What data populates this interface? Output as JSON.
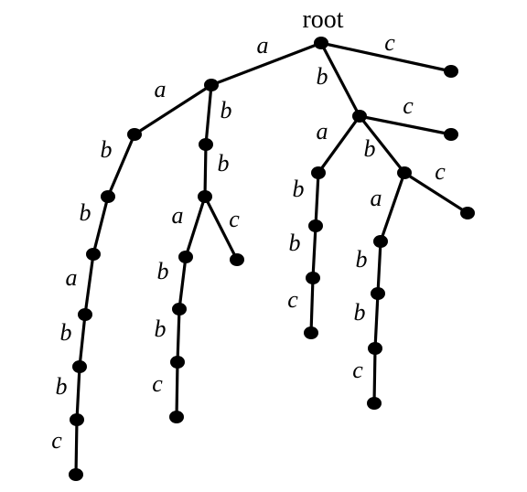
{
  "root_label": "root",
  "colors": {
    "stroke": "#000000",
    "node": "#000000",
    "background": "#ffffff"
  },
  "nodes": [
    {
      "id": "root"
    },
    {
      "id": "a"
    },
    {
      "id": "b"
    },
    {
      "id": "c"
    },
    {
      "id": "aa"
    },
    {
      "id": "ab"
    },
    {
      "id": "ba"
    },
    {
      "id": "bb"
    },
    {
      "id": "bc"
    },
    {
      "id": "aab"
    },
    {
      "id": "aabb"
    },
    {
      "id": "aabba"
    },
    {
      "id": "aabbab"
    },
    {
      "id": "aabbabb"
    },
    {
      "id": "aabbabbc"
    },
    {
      "id": "abb"
    },
    {
      "id": "abba"
    },
    {
      "id": "abbc"
    },
    {
      "id": "abbab"
    },
    {
      "id": "abbabb"
    },
    {
      "id": "abbabbc"
    },
    {
      "id": "bab"
    },
    {
      "id": "babb"
    },
    {
      "id": "babbc"
    },
    {
      "id": "bba"
    },
    {
      "id": "bbc"
    },
    {
      "id": "bbab"
    },
    {
      "id": "bbabb"
    },
    {
      "id": "bbabbc"
    }
  ],
  "edges": [
    {
      "from": "root",
      "to": "a",
      "label": "a"
    },
    {
      "from": "root",
      "to": "b",
      "label": "b"
    },
    {
      "from": "root",
      "to": "c",
      "label": "c"
    },
    {
      "from": "a",
      "to": "aa",
      "label": "a"
    },
    {
      "from": "a",
      "to": "ab",
      "label": "b"
    },
    {
      "from": "aa",
      "to": "aab",
      "label": "b"
    },
    {
      "from": "aab",
      "to": "aabb",
      "label": "b"
    },
    {
      "from": "aabb",
      "to": "aabba",
      "label": "a"
    },
    {
      "from": "aabba",
      "to": "aabbab",
      "label": "b"
    },
    {
      "from": "aabbab",
      "to": "aabbabb",
      "label": "b"
    },
    {
      "from": "aabbabb",
      "to": "aabbabbc",
      "label": "c"
    },
    {
      "from": "ab",
      "to": "abb",
      "label": "b"
    },
    {
      "from": "abb",
      "to": "abba",
      "label": "a"
    },
    {
      "from": "abb",
      "to": "abbc",
      "label": "c"
    },
    {
      "from": "abba",
      "to": "abbab",
      "label": "b"
    },
    {
      "from": "abbab",
      "to": "abbabb",
      "label": "b"
    },
    {
      "from": "abbabb",
      "to": "abbabbc",
      "label": "c"
    },
    {
      "from": "b",
      "to": "ba",
      "label": "a"
    },
    {
      "from": "b",
      "to": "bb",
      "label": "b"
    },
    {
      "from": "b",
      "to": "bc",
      "label": "c"
    },
    {
      "from": "ba",
      "to": "bab",
      "label": "b"
    },
    {
      "from": "bab",
      "to": "babb",
      "label": "b"
    },
    {
      "from": "babb",
      "to": "babbc",
      "label": "c"
    },
    {
      "from": "bb",
      "to": "bba",
      "label": "a"
    },
    {
      "from": "bb",
      "to": "bbc",
      "label": "c"
    },
    {
      "from": "bba",
      "to": "bbab",
      "label": "b"
    },
    {
      "from": "bbab",
      "to": "bbabb",
      "label": "b"
    },
    {
      "from": "bbabb",
      "to": "bbabbc",
      "label": "c"
    }
  ]
}
